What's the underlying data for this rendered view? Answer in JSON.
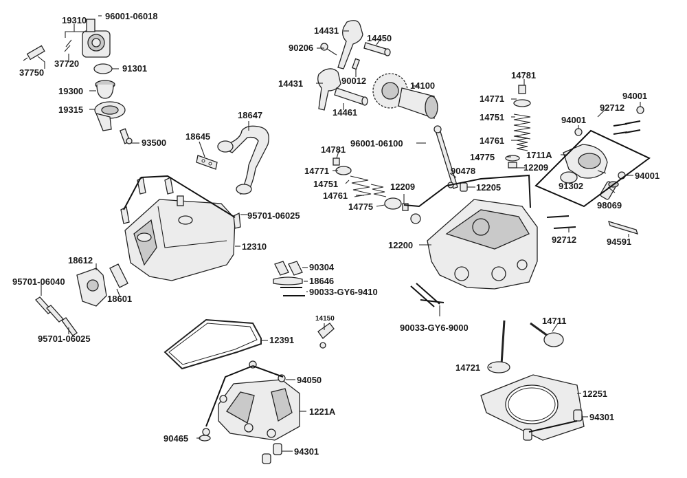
{
  "labels": [
    "96001-06018",
    "19310",
    "37750",
    "37720",
    "91301",
    "19300",
    "19315",
    "93500",
    "18647",
    "18645",
    "14431",
    "14450",
    "90206",
    "90012",
    "14431",
    "14100",
    "14461",
    "14781",
    "14771",
    "14751",
    "14761",
    "14775",
    "94001",
    "92712",
    "94001",
    "1711A",
    "91302",
    "94001",
    "98069",
    "96001-06100",
    "14781",
    "14771",
    "14751",
    "14761",
    "14775",
    "90478",
    "12209",
    "12209",
    "12205",
    "12200",
    "92712",
    "94591",
    "95701-06025",
    "12310",
    "18612",
    "95701-06040",
    "18601",
    "95701-06025",
    "90304",
    "18646",
    "90033-GY6-9410",
    "14150",
    "90033-GY6-9000",
    "14711",
    "14721",
    "12251",
    "94301",
    "12391",
    "94050",
    "1221A",
    "90465",
    "94301"
  ]
}
